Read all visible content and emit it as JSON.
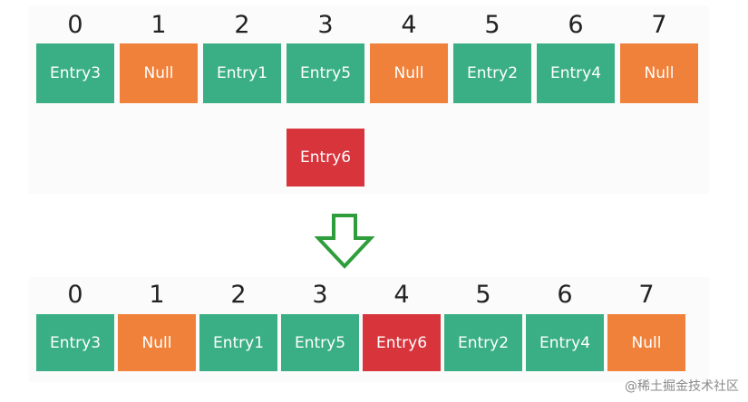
{
  "colors": {
    "entry": "#3aaf85",
    "null": "#f0813a",
    "new_entry": "#d8343c",
    "arrow": "#2e9e3c"
  },
  "before": {
    "indices": [
      "0",
      "1",
      "2",
      "3",
      "4",
      "5",
      "6",
      "7"
    ],
    "cells": [
      {
        "label": "Entry3",
        "kind": "entry"
      },
      {
        "label": "Null",
        "kind": "null"
      },
      {
        "label": "Entry1",
        "kind": "entry"
      },
      {
        "label": "Entry5",
        "kind": "entry"
      },
      {
        "label": "Null",
        "kind": "null"
      },
      {
        "label": "Entry2",
        "kind": "entry"
      },
      {
        "label": "Entry4",
        "kind": "entry"
      },
      {
        "label": "Null",
        "kind": "null"
      }
    ],
    "incoming": {
      "label": "Entry6",
      "kind": "new"
    }
  },
  "arrow_icon": "down-arrow-icon",
  "after": {
    "indices": [
      "0",
      "1",
      "2",
      "3",
      "4",
      "5",
      "6",
      "7"
    ],
    "cells": [
      {
        "label": "Entry3",
        "kind": "entry"
      },
      {
        "label": "Null",
        "kind": "null"
      },
      {
        "label": "Entry1",
        "kind": "entry"
      },
      {
        "label": "Entry5",
        "kind": "entry"
      },
      {
        "label": "Entry6",
        "kind": "new"
      },
      {
        "label": "Entry2",
        "kind": "entry"
      },
      {
        "label": "Entry4",
        "kind": "entry"
      },
      {
        "label": "Null",
        "kind": "null"
      }
    ]
  },
  "watermark": "@稀土掘金技术社区"
}
